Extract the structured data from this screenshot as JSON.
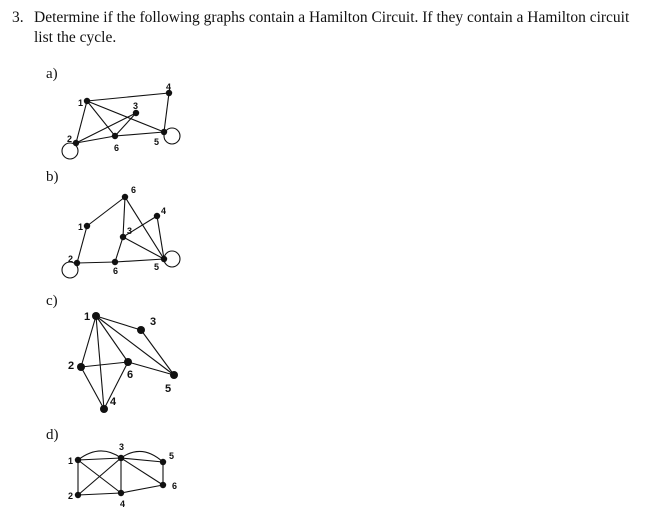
{
  "question": {
    "number": "3.",
    "text_line1": "Determine if the following graphs contain a Hamilton Circuit.  If they contain a Hamilton circuit",
    "text_line2": "list the cycle."
  },
  "parts": [
    {
      "label": "a)",
      "vertices": [
        "1",
        "2",
        "3",
        "4",
        "5",
        "6"
      ]
    },
    {
      "label": "b)",
      "vertices": [
        "1",
        "2",
        "3",
        "4",
        "5",
        "6"
      ]
    },
    {
      "label": "c)",
      "vertices": [
        "1",
        "2",
        "3",
        "4",
        "5",
        "6"
      ]
    },
    {
      "label": "d)",
      "vertices": [
        "1",
        "2",
        "3",
        "4",
        "5",
        "6"
      ]
    }
  ]
}
